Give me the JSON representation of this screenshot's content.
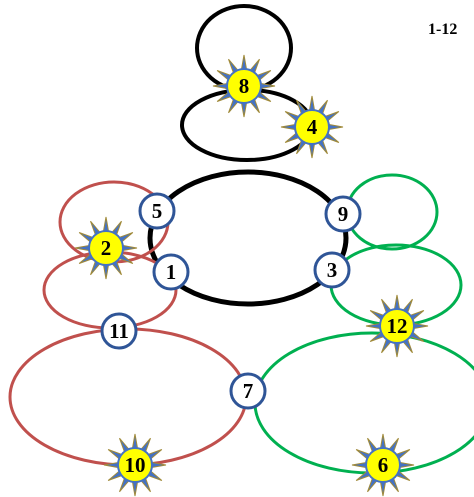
{
  "range_label": "1-12",
  "colors": {
    "black_loop": "#000000",
    "red_loop": "#c0504d",
    "green_loop": "#00b050",
    "node_stroke": "#2f5597",
    "node_fill": "#ffffff",
    "sun_fill": "#ffff00",
    "ray_fill": "#4472c4",
    "ray_stroke": "#a08a3a"
  },
  "circle_nodes": [
    {
      "label": "5"
    },
    {
      "label": "9"
    },
    {
      "label": "1"
    },
    {
      "label": "3"
    },
    {
      "label": "11"
    },
    {
      "label": "7"
    }
  ],
  "sun_nodes": [
    {
      "label": "8"
    },
    {
      "label": "4"
    },
    {
      "label": "2"
    },
    {
      "label": "12"
    },
    {
      "label": "10"
    },
    {
      "label": "6"
    }
  ]
}
